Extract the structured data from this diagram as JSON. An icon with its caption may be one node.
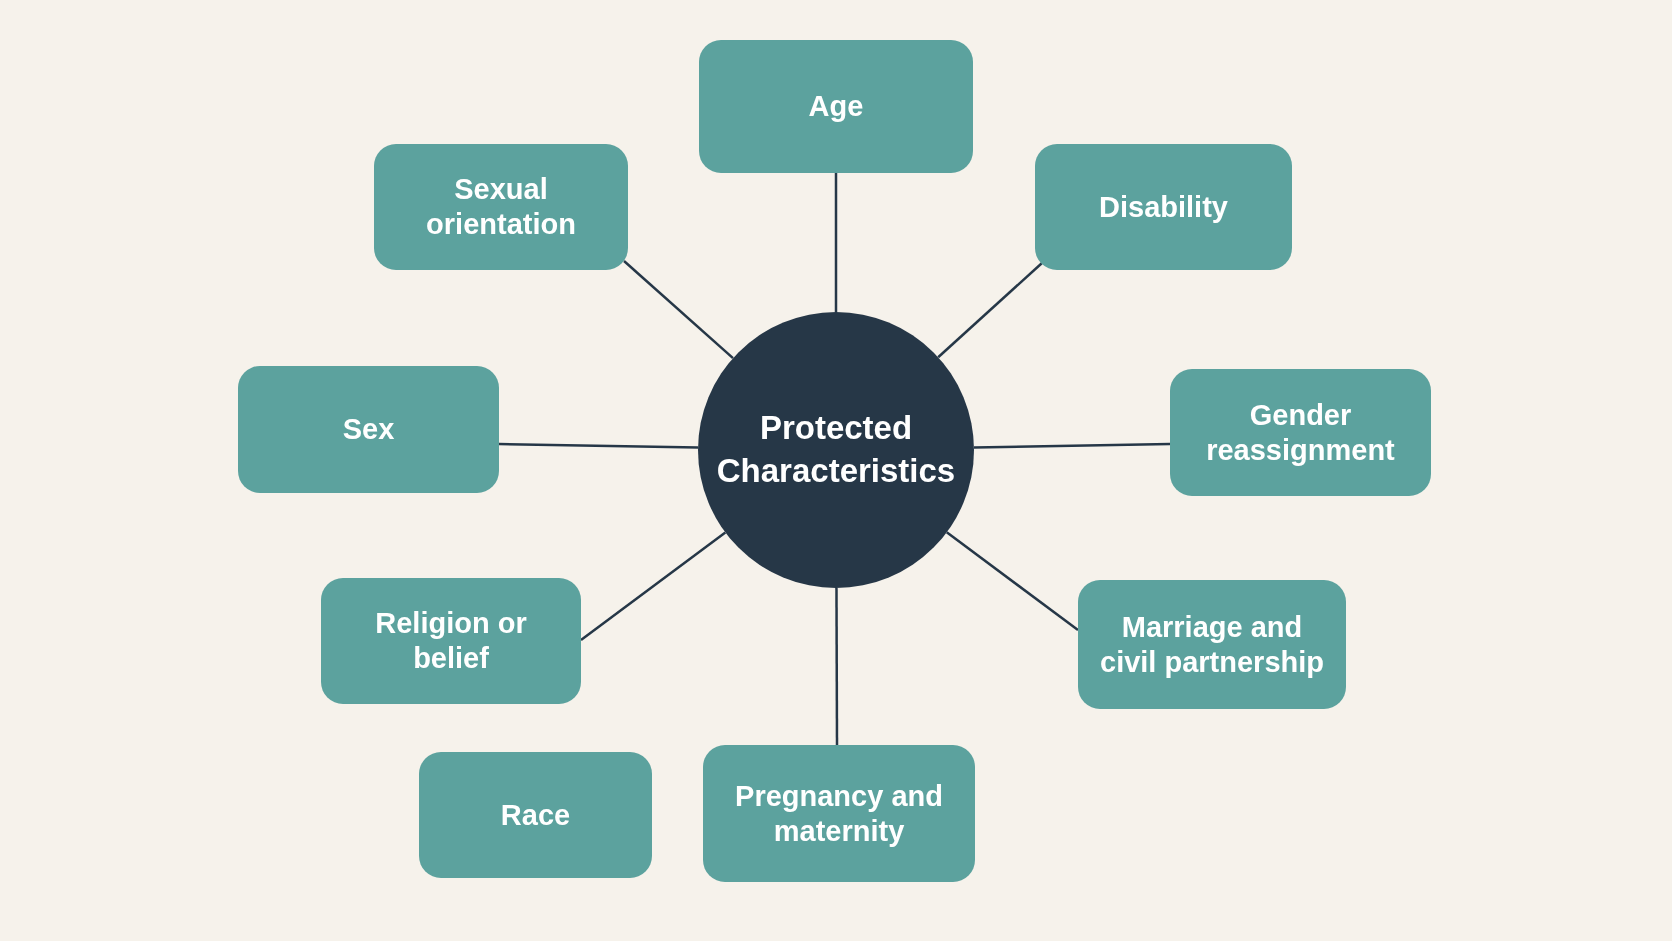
{
  "diagram": {
    "nodes": [
      {
        "text": [
          "Protected Characteristics"
        ]
      },
      {
        "text": [
          "Age"
        ]
      },
      {
        "text": [
          "Sexual orientation"
        ]
      },
      {
        "text": [
          "Disability"
        ]
      },
      {
        "text": [
          "Sex"
        ]
      },
      {
        "text": [
          "Gender reassignment"
        ]
      },
      {
        "text": [
          "Religion or belief"
        ]
      },
      {
        "text": [
          "Marriage and civil partnership"
        ]
      },
      {
        "text": [
          "Race"
        ]
      },
      {
        "text": [
          "Pregnancy and maternity"
        ]
      }
    ],
    "edges": [
      {
        "from": 0,
        "to": 1,
        "arrow": "none"
      },
      {
        "from": 0,
        "to": 2,
        "arrow": "none"
      },
      {
        "from": 0,
        "to": 3,
        "arrow": "none"
      },
      {
        "from": 0,
        "to": 4,
        "arrow": "none"
      },
      {
        "from": 0,
        "to": 5,
        "arrow": "none"
      },
      {
        "from": 0,
        "to": 6,
        "arrow": "none"
      },
      {
        "from": 0,
        "to": 7,
        "arrow": "none"
      },
      {
        "from": 0,
        "to": 9,
        "arrow": "none"
      }
    ]
  }
}
